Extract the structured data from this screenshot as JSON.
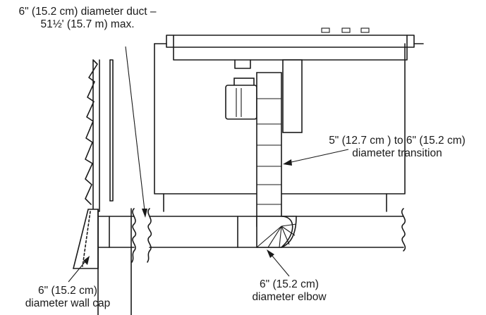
{
  "labels": {
    "duct": {
      "line1": "6\" (15.2 cm) diameter duct –",
      "line2": "51½' (15.7 m) max."
    },
    "transition": {
      "line1": "5\" (12.7 cm ) to 6\" (15.2 cm)",
      "line2": "diameter transition"
    },
    "wall_cap": {
      "line1": "6\" (15.2 cm)",
      "line2": "diameter wall cap"
    },
    "elbow": {
      "line1": "6\" (15.2 cm)",
      "line2": "diameter elbow"
    }
  }
}
